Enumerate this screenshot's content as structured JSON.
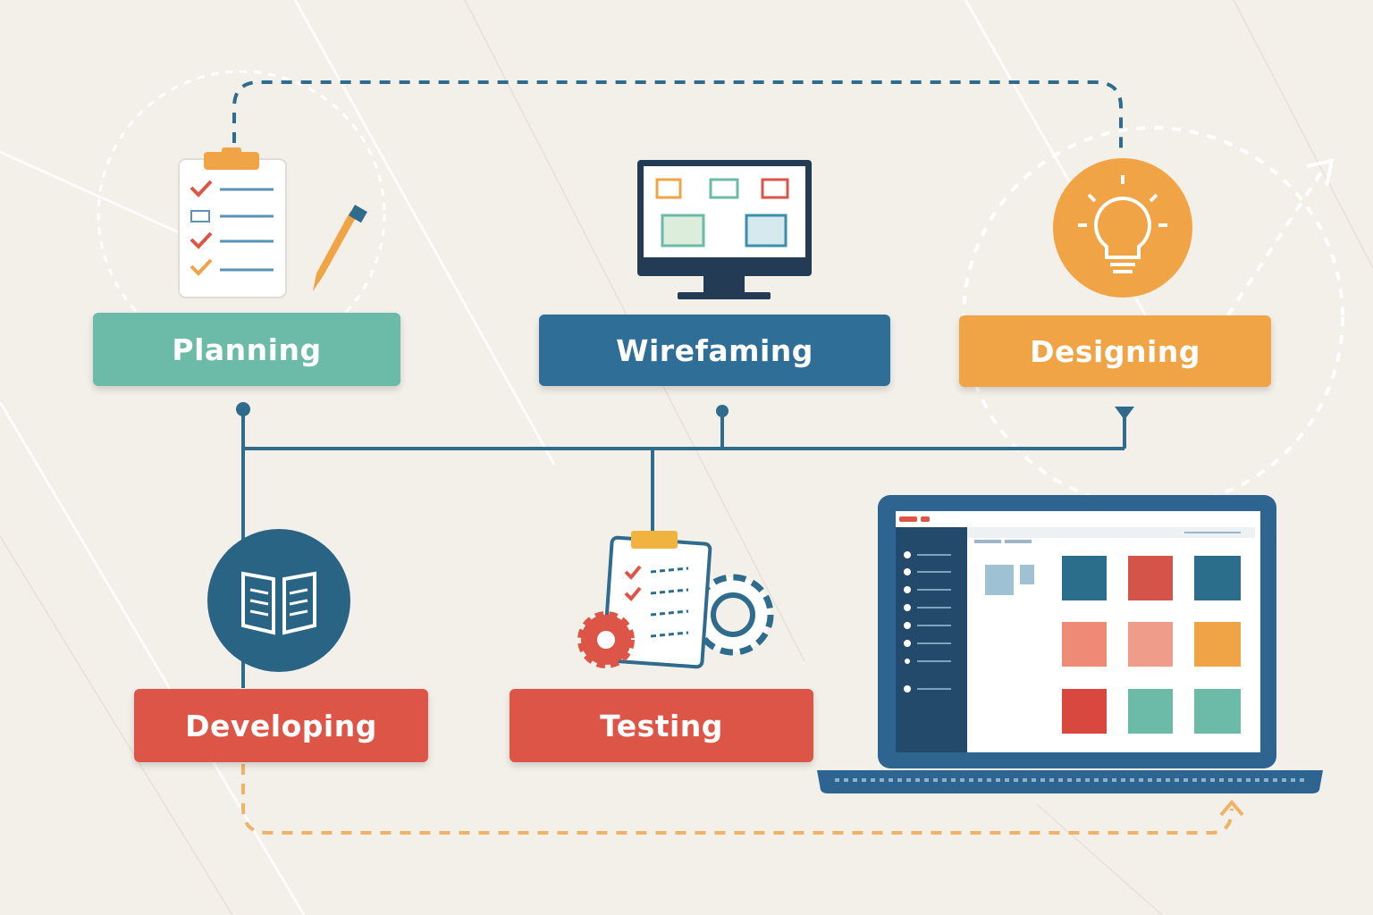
{
  "stages": {
    "planning": {
      "label": "Planning",
      "color": "#6cbba8"
    },
    "wireframing": {
      "label": "Wirefaming",
      "color": "#2f6e96"
    },
    "designing": {
      "label": "Designing",
      "color": "#f0a446"
    },
    "developing": {
      "label": "Developing",
      "color": "#dd5546"
    },
    "testing": {
      "label": "Testing",
      "color": "#dd5546"
    }
  },
  "colors": {
    "background": "#f3efe9",
    "connector_navy": "#2e6b8c",
    "dashed_navy": "#2e6b8c",
    "dashed_orange": "#f0b365",
    "laptop_frame": "#2d6490"
  },
  "icons": {
    "planning": "clipboard-checklist-icon",
    "wireframing": "monitor-wireframe-icon",
    "designing": "lightbulb-icon",
    "developing": "open-book-icon",
    "testing": "clipboard-gears-icon",
    "product": "laptop-ui-icon"
  }
}
